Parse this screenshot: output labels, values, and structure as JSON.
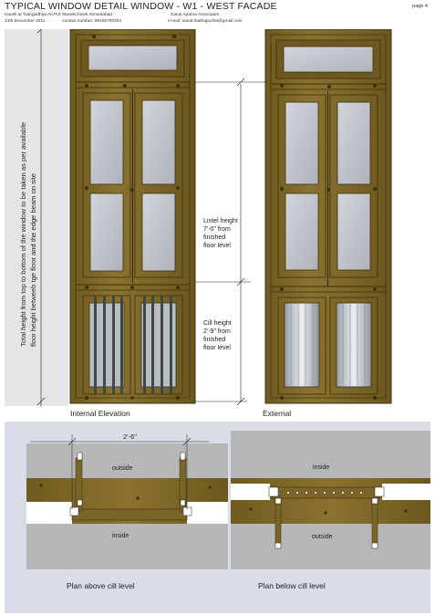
{
  "header": {
    "title": "TYPICAL WINDOW DETAIL WINDOW - W1 - WEST FACADE",
    "location": "Haveli at 'Gangadhiya Ni Pol' Manekchowk Ahmedabad",
    "date": "14th December 2011",
    "contact": "contact number: 09426700304",
    "firm": "Sanal Aparna Associates",
    "email": "e-mail: sanal.thathapuzha@gmail.com",
    "page": "page 4"
  },
  "elevation": {
    "vertical_note_line1": "Total height from top to bottom of the window to be taken as per available",
    "vertical_note_line2": "floor height  betweeb tge floor and the edge beam on site",
    "lintel_lines": [
      "Lintel height",
      "7'-0\" from",
      "finished",
      "floor level"
    ],
    "cill_lines": [
      "Cill height",
      "2'-9\" from",
      "finished",
      "floor level"
    ],
    "caption_internal": "Internal Elevation",
    "caption_external": "External"
  },
  "plans": {
    "dimension": "2'-6\"",
    "left_outside": "outside",
    "left_inside": "inside",
    "right_inside": "inside",
    "right_outside": "outside",
    "caption_left": "Plan above cill level",
    "caption_right": "Plan below cill level"
  },
  "colors": {
    "wood": "#7c6526",
    "wood_dark": "#4a3a12",
    "glass": "#c2c6cc",
    "plan_bg": "#d9dde7",
    "wall_grey": "#b4b6b8"
  }
}
